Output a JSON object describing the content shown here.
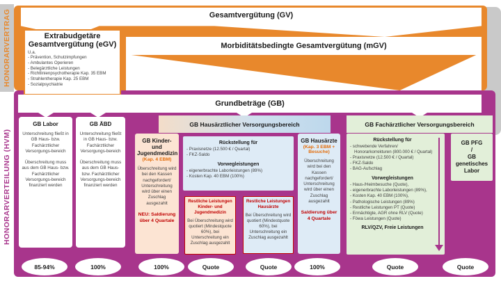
{
  "rails": {
    "honorarvertrag": "HONORARVERTRAG",
    "honorarverteilung": "HONORARVERTEILUNG (HVM)"
  },
  "top": {
    "gv_label": "Gesamtvergütung (GV)",
    "mgv_label": "Morbiditätsbedingte Gesamtvergütung (mGV)",
    "egv": {
      "title": "Extrabudgetäre Gesamtvergütung (eGV)",
      "intro": "U.a.",
      "items": [
        "Prävention, Schutzimpfungen",
        "Ambulantes Operieren",
        "Belegärztliche Leistungen",
        "Richtlinienpsychotherapie Kap. 35 EBM",
        "Strahlentherapie Kap. 25 EBM",
        "Sozialpsychiatrie"
      ]
    }
  },
  "grundbetraege_label": "Grundbeträge (GB)",
  "labor": {
    "title": "GB Labor",
    "p1": "Unterschreitung fließt in GB Haus- bzw. Fachärztlicher Versorgungs-bereich",
    "p2": "Überschreitung muss aus dem GB Haus- bzw. Fachärztlicher Versorgungs-bereich finanziert werden"
  },
  "aebd": {
    "title": "GB ÄBD",
    "p1": "Unterschreitung fließt in GB Haus- bzw. Fachärztlicher Versorgungs-bereich",
    "p2": "Überschreitung muss aus dem GB Haus- bzw. Fachärztlicher Versorgungs-bereich finanziert werden"
  },
  "hausarzt": {
    "header": "GB Hausärztlicher Versorgungsbereich",
    "kinder": {
      "title": "GB Kinder- und Jugendmedizin",
      "subtitle": "(Kap. 4 EBM)",
      "body": "Überschreitung wird bei den Kassen nachgefordert/ Unterschreitung wird über einen Zuschlag ausgezahlt",
      "note": "NEU: Saldierung über 4 Quartale"
    },
    "reserve_box": {
      "h1": "Rückstellung für",
      "items1": [
        "Praxisnetze (12.500 € / Quartal)",
        "FKZ-Saldo"
      ],
      "h2": "Vorwegleistungen",
      "items2": [
        "eigenerbrachte Laborleistungen (89%)",
        "Kosten Kap. 40 EBM (100%)"
      ]
    },
    "rest_kinder": {
      "title": "Restliche Leistungen Kinder- und Jugendmedizin",
      "body": "Bei Überschreitung wird quotiert (Mindestquote 60%), bei Unterschreitung ein Zuschlag ausgezahlt"
    },
    "rest_hausaerzte": {
      "title": "Restliche Leistungen Hausärzte",
      "body": "Bei Überschreitung wird quotiert (Mindestquote 60%), bei Unterschreitung ein Zuschlag ausgezahlt"
    },
    "hausaerzte": {
      "title": "GB Hausärzte",
      "subtitle": "(Kap. 3 EBM + Besuche)",
      "body": "Überschreitung wird bei den Kassen nachgefordert/ Unterschreitung wird über einen Zuschlag ausgezahlt",
      "note": "Saldierung über 4 Quartale"
    }
  },
  "facharzt": {
    "header": "GB Fachärztlicher Versorgungsbereich",
    "box": {
      "h1": "Rückstellung für",
      "items1": [
        "schwebende Verfahren/ Honorarkorrekturen (800.000 € / Quartal)",
        "Praxisnetze (12.500 € / Quartal)",
        "FKZ-Saldo",
        "BAG-Aufschlag"
      ],
      "h2": "Vorwegleistungen",
      "items2": [
        "Haus-/Heimbesuche (Quote),",
        "eigenerbrachte Laborleistungen (89%),",
        "Kosten Kap. 40 EBM (100%),",
        "Pathologische Leistungen (89%)",
        "Restliche Leistungen PT (Quote)",
        "Ermächtigte, AGR ohne RLV (Quote)",
        "Föwa Leistungen (Quote)"
      ],
      "footer": "RLV/QZV, Freie Leistungen"
    },
    "pfg": "GB PFG\n/\nGB\ngenetisches\nLabor"
  },
  "quotas": [
    "85-94%",
    "100%",
    "100%",
    "Quote",
    "Quote",
    "100%",
    "Quote",
    "Quote"
  ],
  "colors": {
    "orange": "#e8882c",
    "magenta": "#a8358c",
    "red": "#c00000",
    "accent_orange_text": "#e36c09",
    "peach": "#fce4d3",
    "light_blue": "#deebf6",
    "light_green": "#e2efd9",
    "grey": "#c9c9c9"
  }
}
